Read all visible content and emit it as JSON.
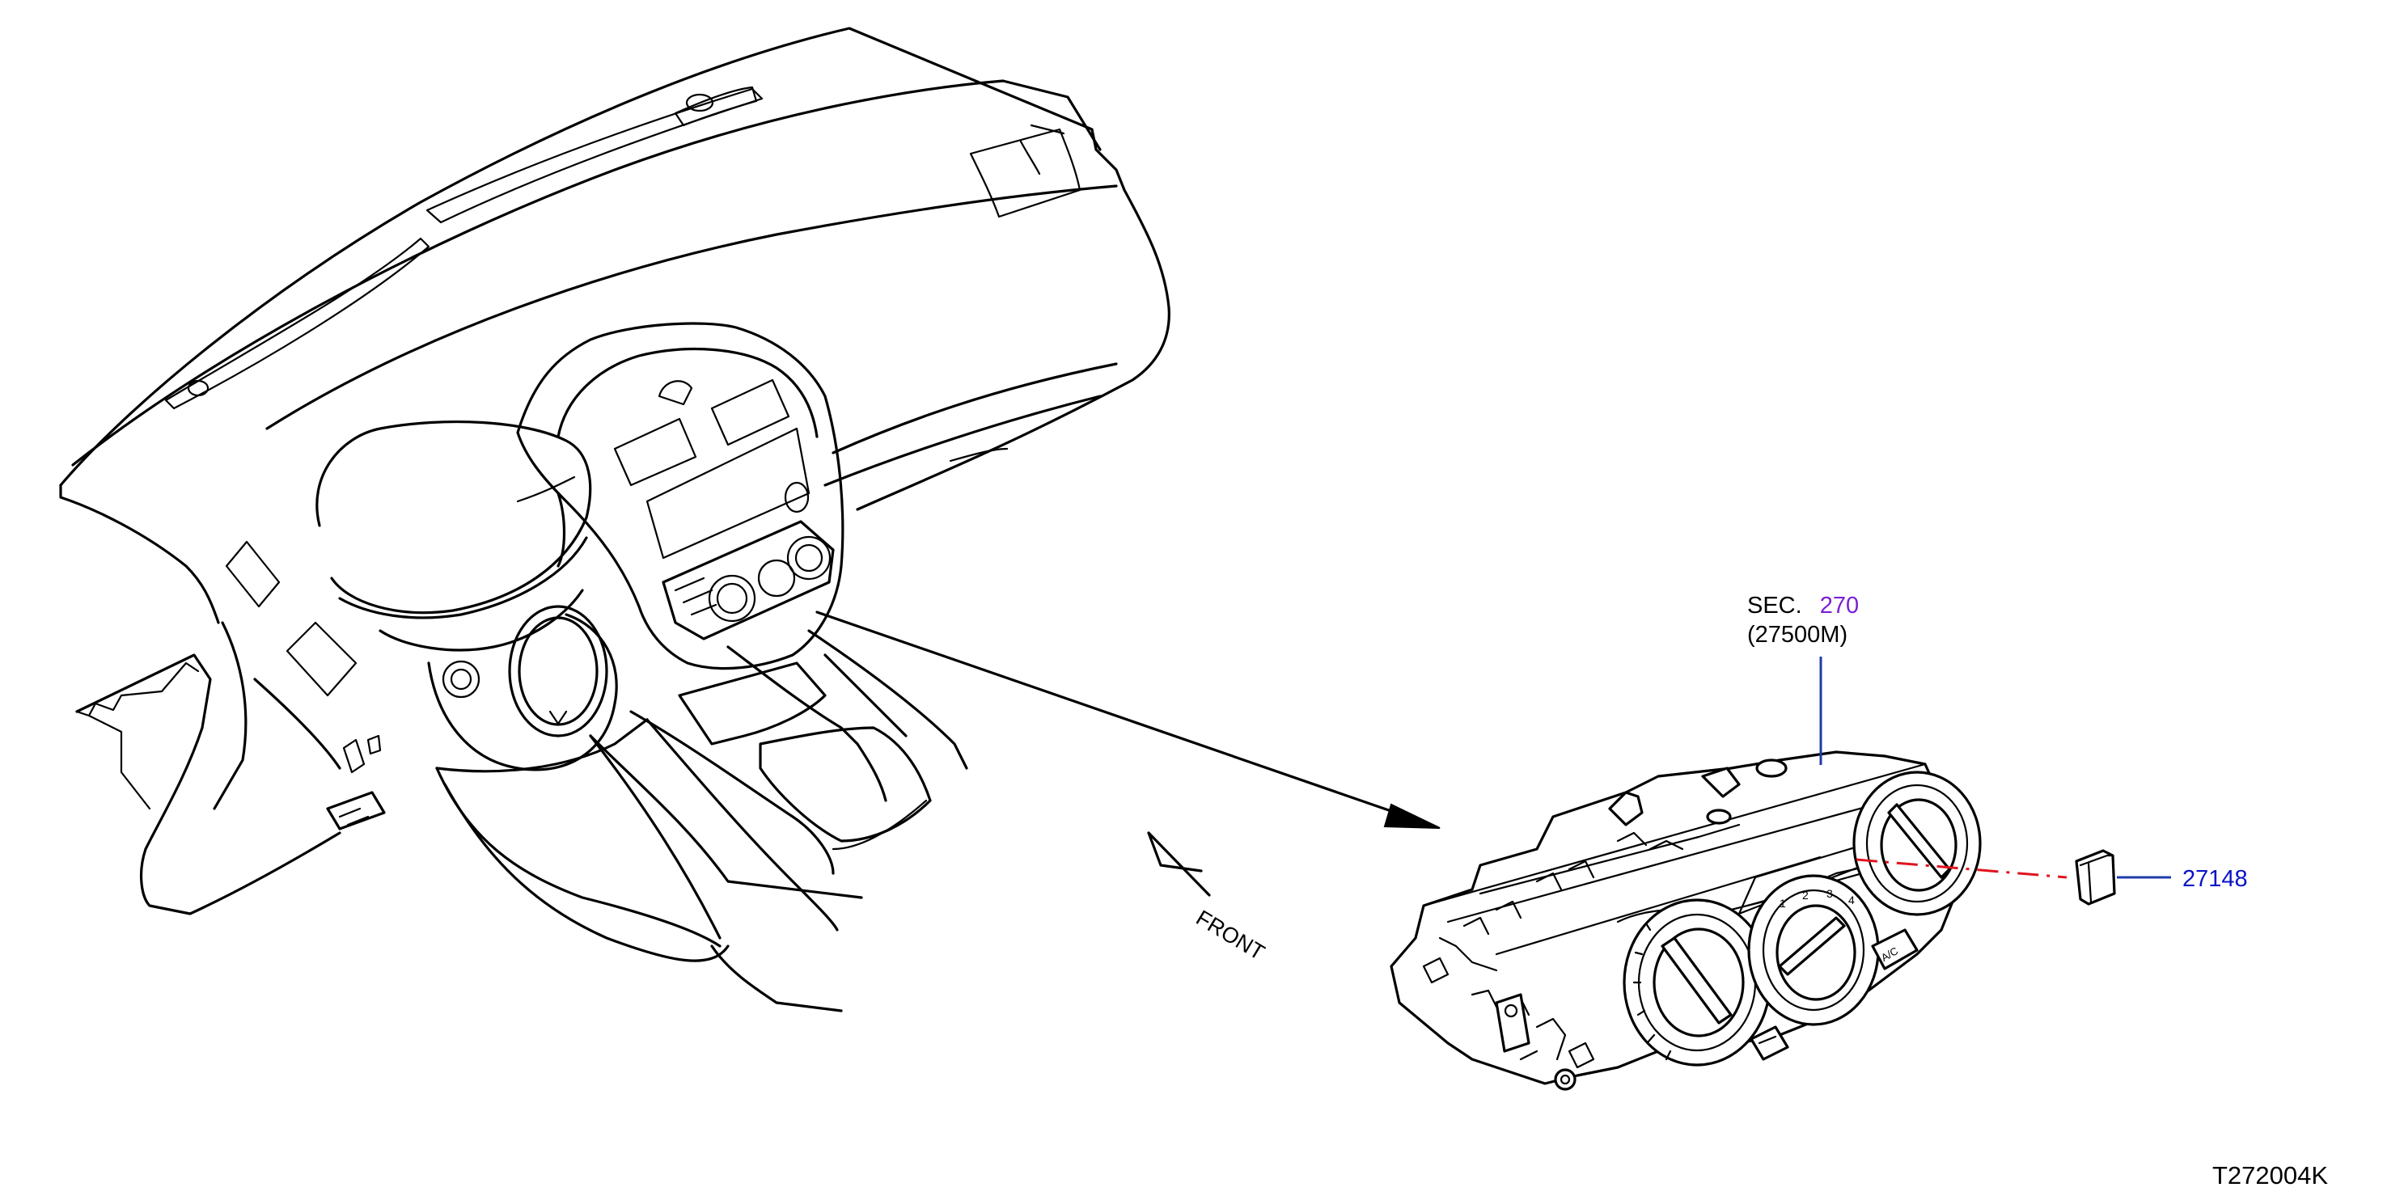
{
  "labels": {
    "sec_prefix": "SEC.",
    "sec_number": "270",
    "sec_part": "(27500M)",
    "part_number": "27148",
    "front": "FRONT",
    "diagram_id": "T272004K"
  },
  "colors": {
    "sec_number": "#7a1fd6",
    "part_number": "#0a14c8",
    "leader": "#1e3ca8",
    "dash_line": "#e0141e",
    "line": "#000000"
  }
}
